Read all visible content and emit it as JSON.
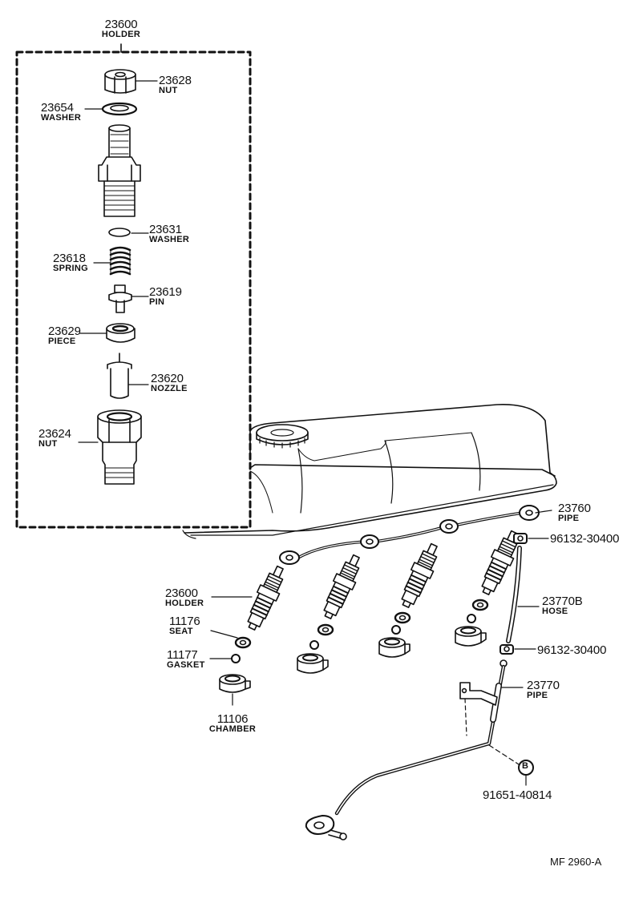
{
  "callouts": {
    "holder_top": {
      "num": "23600",
      "name": "HOLDER"
    },
    "nut_top": {
      "num": "23628",
      "name": "NUT"
    },
    "washer_top": {
      "num": "23654",
      "name": "WASHER"
    },
    "washer_mid": {
      "num": "23631",
      "name": "WASHER"
    },
    "spring": {
      "num": "23618",
      "name": "SPRING"
    },
    "pin": {
      "num": "23619",
      "name": "PIN"
    },
    "piece": {
      "num": "23629",
      "name": "PIECE"
    },
    "nozzle": {
      "num": "23620",
      "name": "NOZZLE"
    },
    "nut_bottom": {
      "num": "23624",
      "name": "NUT"
    },
    "pipe_top": {
      "num": "23760",
      "name": "PIPE"
    },
    "clip_top": {
      "num": "96132-30400"
    },
    "holder_bottom": {
      "num": "23600",
      "name": "HOLDER"
    },
    "hose": {
      "num": "23770B",
      "name": "HOSE"
    },
    "seat": {
      "num": "11176",
      "name": "SEAT"
    },
    "gasket": {
      "num": "11177",
      "name": "GASKET"
    },
    "clip_bottom": {
      "num": "96132-30400"
    },
    "pipe_bottom": {
      "num": "23770",
      "name": "PIPE"
    },
    "chamber": {
      "num": "11106",
      "name": "CHAMBER"
    },
    "bolt": {
      "num": "91651-40814",
      "marker": "B"
    }
  },
  "diagram_code": "MF 2960-A"
}
